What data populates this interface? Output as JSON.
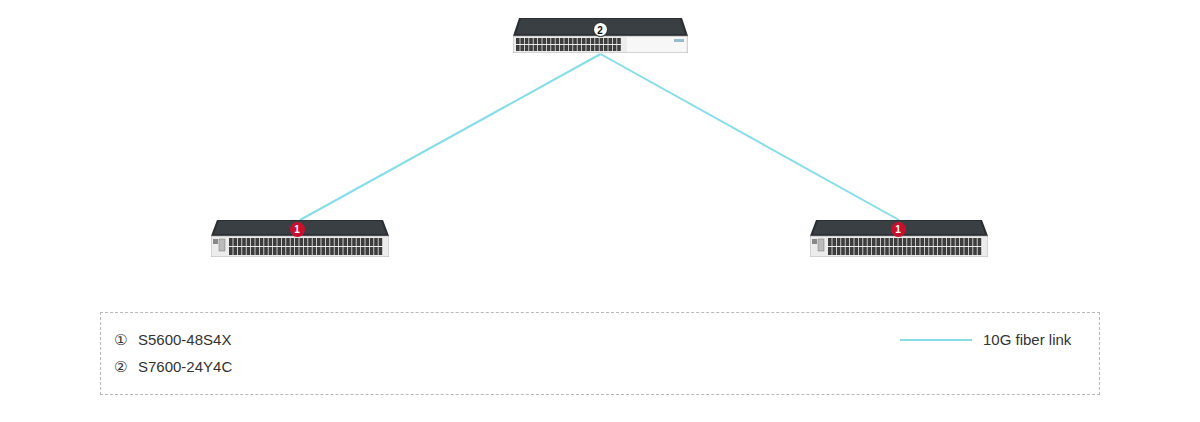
{
  "diagram": {
    "nodes": [
      {
        "text": [
          "2"
        ]
      },
      {
        "text": [
          "1"
        ]
      },
      {
        "text": [
          "1"
        ]
      }
    ],
    "edges": [
      {
        "from": 0,
        "to": 1,
        "arrow": "none"
      },
      {
        "from": 0,
        "to": 2,
        "arrow": "none"
      }
    ],
    "labels": [
      "①",
      "②"
    ],
    "legend": [
      {
        "text": "S5600-48S4X"
      },
      {
        "text": "S7600-24Y4C"
      },
      {
        "text": "10G fiber link"
      }
    ]
  }
}
